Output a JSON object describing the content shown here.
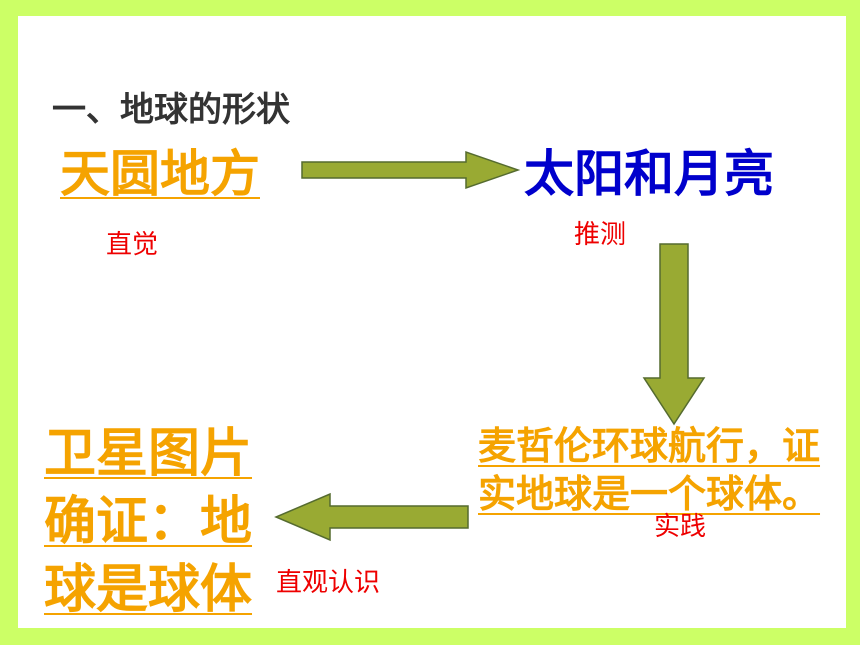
{
  "title": "一、地球的形状",
  "nodes": {
    "tianyuan": "天圆地方",
    "sun_moon": "太阳和月亮",
    "magellan": "麦哲伦环球航行，证实地球是一个球体。",
    "satellite": "卫星图片确证：地球是球体"
  },
  "labels": {
    "intuition": "直觉",
    "inference": "推测",
    "practice": "实践",
    "direct_cognition": "直观认识"
  },
  "colors": {
    "background": "#ccff66",
    "arrow_fill": "#99aa33",
    "arrow_stroke": "#556b2f",
    "orange_text": "#f5a300",
    "blue_text": "#0000cc",
    "red_text": "#ee0000"
  }
}
